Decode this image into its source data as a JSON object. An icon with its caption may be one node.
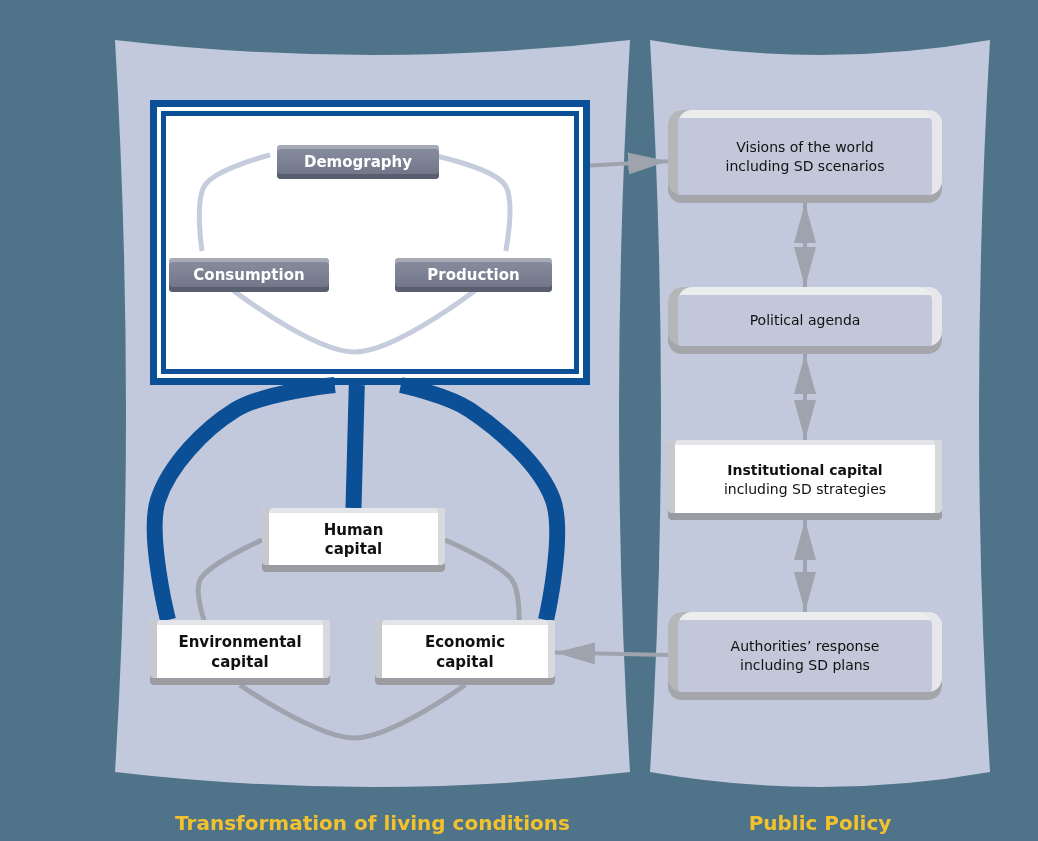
{
  "diagram": {
    "nodes": [
      {
        "text": [
          "Transformation of living conditions"
        ]
      },
      {
        "text": [
          "Public Policy"
        ]
      },
      {
        "text": [],
        "shape": "box",
        "in": 0
      },
      {
        "text": [
          "Demography"
        ],
        "in": 2
      },
      {
        "text": [
          "Consumption"
        ],
        "in": 2
      },
      {
        "text": [
          "Production"
        ],
        "in": 2
      },
      {
        "text": [
          "Human capital"
        ],
        "in": 0
      },
      {
        "text": [
          "Environmental capital"
        ],
        "in": 0
      },
      {
        "text": [
          "Economic capital"
        ],
        "in": 0
      },
      {
        "text": [
          "Visions of the world including SD scenarios"
        ],
        "in": 1
      },
      {
        "text": [
          "Political agenda"
        ],
        "in": 1
      },
      {
        "text": [
          "**Institutional capital** including SD strategies"
        ],
        "in": 1
      },
      {
        "text": [
          "Authorities’ response including SD plans"
        ],
        "in": 1
      }
    ],
    "edges": [
      {
        "from": 3,
        "to": 4,
        "arrow": "none",
        "color": "#c5ccdc"
      },
      {
        "from": 3,
        "to": 5,
        "arrow": "none",
        "color": "#c5ccdc"
      },
      {
        "from": 4,
        "to": 5,
        "arrow": "none",
        "color": "#c5ccdc"
      },
      {
        "from": 6,
        "to": 7,
        "arrow": "none"
      },
      {
        "from": 6,
        "to": 8,
        "arrow": "none"
      },
      {
        "from": 7,
        "to": 8,
        "arrow": "none"
      },
      {
        "from": 7,
        "to": 2,
        "arrow": "none",
        "style": "thick",
        "color": "#0b4f96"
      },
      {
        "from": 8,
        "to": 2,
        "arrow": "none",
        "style": "thick",
        "color": "#0b4f96"
      },
      {
        "from": 6,
        "to": 2,
        "arrow": "none",
        "style": "thick",
        "color": "#0b4f96"
      },
      {
        "from": 2,
        "to": 9,
        "arrow": "to"
      },
      {
        "from": 12,
        "to": 8,
        "arrow": "to"
      },
      {
        "from": 9,
        "to": 10,
        "arrow": "both"
      },
      {
        "from": 10,
        "to": 11,
        "arrow": "both"
      },
      {
        "from": 11,
        "to": 12,
        "arrow": "both"
      }
    ]
  }
}
